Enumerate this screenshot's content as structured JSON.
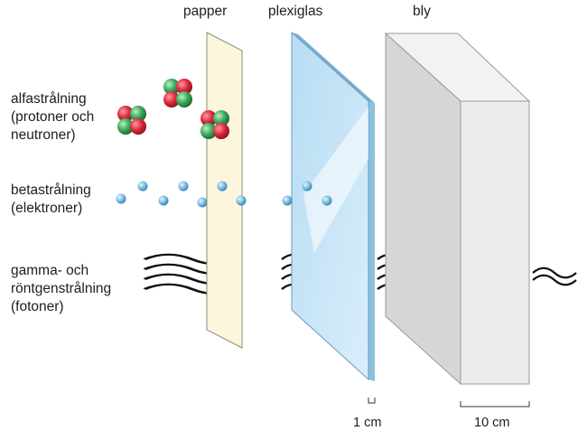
{
  "materials": {
    "paper": "papper",
    "plexiglass": "plexiglas",
    "lead": "bly"
  },
  "radiation": {
    "alpha": [
      "alfastrålning",
      "(protoner och",
      "neutroner)"
    ],
    "beta": [
      "betastrålning",
      "(elektroner)"
    ],
    "gamma": [
      "gamma- och",
      "röntgenstrålning",
      "(fotoner)"
    ]
  },
  "thickness": {
    "plexiglass": "1 cm",
    "lead": "10 cm"
  },
  "colors": {
    "proton": "#d8283a",
    "neutron": "#3aa65a",
    "electron": "#6fb6de",
    "paper": "#fbf6dc",
    "plexiglass": "#c4e3f6",
    "lead_front": "#e9e9e9",
    "lead_side": "#cfcfcf"
  }
}
